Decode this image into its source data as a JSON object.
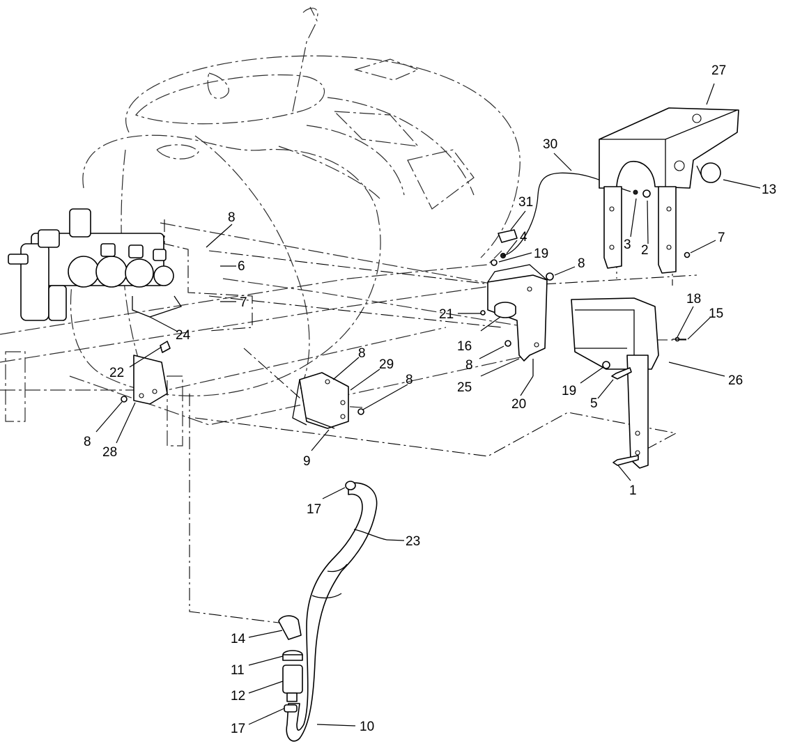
{
  "colors": {
    "line": "#000000",
    "background": "#ffffff"
  },
  "callouts": [
    {
      "id": "c1",
      "label": "1"
    },
    {
      "id": "c2",
      "label": "2"
    },
    {
      "id": "c3",
      "label": "3"
    },
    {
      "id": "c4",
      "label": "4"
    },
    {
      "id": "c5",
      "label": "5"
    },
    {
      "id": "c6",
      "label": "6"
    },
    {
      "id": "c7a",
      "label": "7"
    },
    {
      "id": "c7b",
      "label": "7"
    },
    {
      "id": "c8a",
      "label": "8"
    },
    {
      "id": "c8b",
      "label": "8"
    },
    {
      "id": "c8c",
      "label": "8"
    },
    {
      "id": "c8d",
      "label": "8"
    },
    {
      "id": "c8e",
      "label": "8"
    },
    {
      "id": "c8f",
      "label": "8"
    },
    {
      "id": "c9",
      "label": "9"
    },
    {
      "id": "c10",
      "label": "10"
    },
    {
      "id": "c11",
      "label": "11"
    },
    {
      "id": "c12",
      "label": "12"
    },
    {
      "id": "c13",
      "label": "13"
    },
    {
      "id": "c14",
      "label": "14"
    },
    {
      "id": "c15",
      "label": "15"
    },
    {
      "id": "c16",
      "label": "16"
    },
    {
      "id": "c17a",
      "label": "17"
    },
    {
      "id": "c17b",
      "label": "17"
    },
    {
      "id": "c18",
      "label": "18"
    },
    {
      "id": "c19a",
      "label": "19"
    },
    {
      "id": "c19b",
      "label": "19"
    },
    {
      "id": "c20",
      "label": "20"
    },
    {
      "id": "c21",
      "label": "21"
    },
    {
      "id": "c22",
      "label": "22"
    },
    {
      "id": "c23",
      "label": "23"
    },
    {
      "id": "c24",
      "label": "24"
    },
    {
      "id": "c25",
      "label": "25"
    },
    {
      "id": "c26",
      "label": "26"
    },
    {
      "id": "c27",
      "label": "27"
    },
    {
      "id": "c28",
      "label": "28"
    },
    {
      "id": "c29",
      "label": "29"
    },
    {
      "id": "c30",
      "label": "30"
    },
    {
      "id": "c31",
      "label": "31"
    }
  ]
}
